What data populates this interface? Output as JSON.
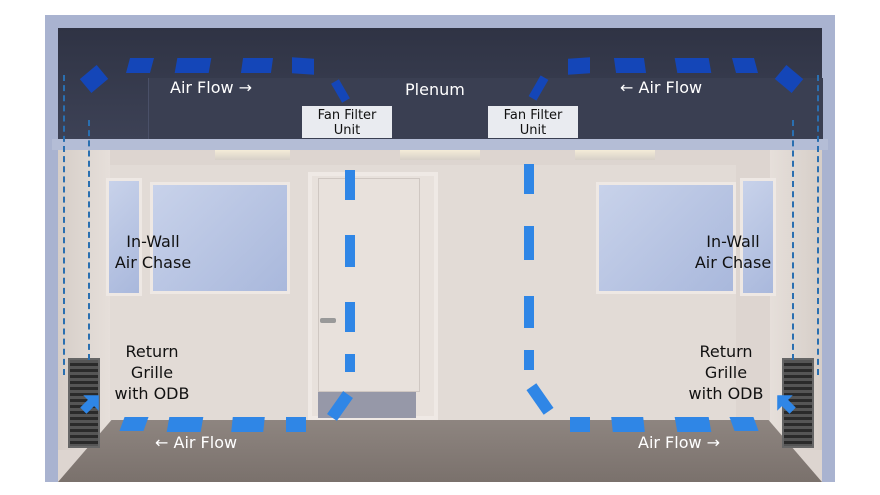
{
  "labels": {
    "plenum": "Plenum",
    "airflow_top_left": "Air Flow →",
    "airflow_top_right": "← Air Flow",
    "airflow_bottom_left": "← Air Flow",
    "airflow_bottom_right": "Air Flow →",
    "ffu_left": [
      "Fan Filter",
      "Unit"
    ],
    "ffu_right": [
      "Fan Filter",
      "Unit"
    ],
    "chase_left": [
      "In-Wall",
      "Air Chase"
    ],
    "chase_right": [
      "In-Wall",
      "Air Chase"
    ],
    "grille_left": [
      "Return",
      "Grille",
      "with ODB"
    ],
    "grille_right": [
      "Return",
      "Grille",
      "with ODB"
    ]
  },
  "colors": {
    "plenum_arrow": "#1446b8",
    "room_arrow": "#2f86e6",
    "chase_line": "#2a6fb0"
  }
}
